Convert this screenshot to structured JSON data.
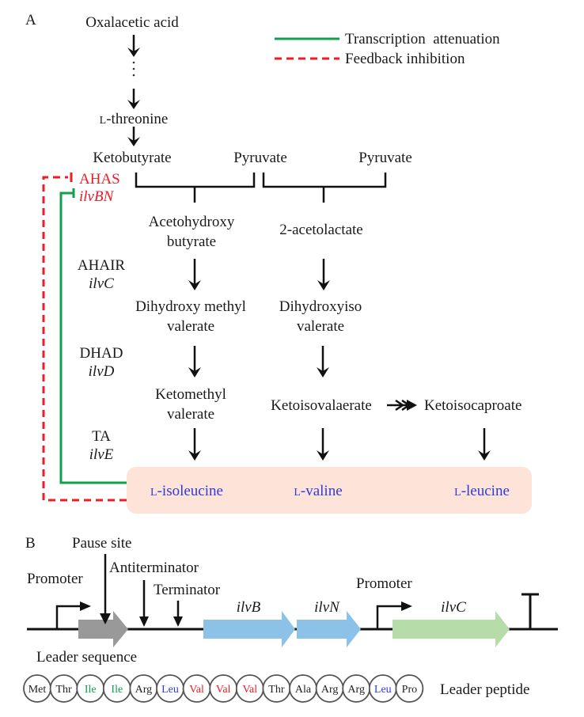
{
  "panel_a": {
    "label": "A",
    "legend": {
      "transcription": "Transcription  attenuation",
      "feedback": "Feedback inhibition",
      "transcription_color": "#10a04c",
      "feedback_color": "#ee1c25"
    },
    "start": "Oxalacetic acid",
    "ellipsis": "⋮",
    "threonine": "L-threonine",
    "ketobutyrate": "Ketobutyrate",
    "pyruvate1": "Pyruvate",
    "pyruvate2": "Pyruvate",
    "enzymes": [
      {
        "name": "AHAS",
        "gene": "ilvBN"
      },
      {
        "name": "AHAIR",
        "gene": "ilvC"
      },
      {
        "name": "DHAD",
        "gene": "ilvD"
      },
      {
        "name": "TA",
        "gene": "ilvE"
      }
    ],
    "ile_path": [
      "Acetohydroxy",
      "butyrate",
      "Dihydroxy methyl",
      "valerate",
      "Ketomethyl",
      "valerate"
    ],
    "val_path": [
      "2-acetolactate",
      "Dihydroxyiso",
      "valerate",
      "Ketoisovalaerate"
    ],
    "leu_path": [
      "Ketoisocaproate"
    ],
    "products": [
      "L-isoleucine",
      "L-valine",
      "L-leucine"
    ],
    "product_box_color": "#fde3d8",
    "product_text_color": "#2e3be0"
  },
  "panel_b": {
    "label": "B",
    "pause_site": "Pause site",
    "antiterminator": "Antiterminator",
    "terminator": "Terminator",
    "promoter1": "Promoter",
    "promoter2": "Promoter",
    "leader_sequence": "Leader sequence",
    "genes": [
      "ilvB",
      "ilvN",
      "ilvC"
    ],
    "gene_colors": {
      "leader": "#999999",
      "ilvB": "#8cc2e8",
      "ilvN": "#8cc2e8",
      "ilvC": "#b5dca9"
    },
    "leader_peptide_label": "Leader peptide",
    "peptide": [
      {
        "aa": "Met",
        "color": "#222222"
      },
      {
        "aa": "Thr",
        "color": "#222222"
      },
      {
        "aa": "Ile",
        "color": "#10a04c"
      },
      {
        "aa": "Ile",
        "color": "#10a04c"
      },
      {
        "aa": "Arg",
        "color": "#222222"
      },
      {
        "aa": "Leu",
        "color": "#2e3be0"
      },
      {
        "aa": "Val",
        "color": "#ee1c25"
      },
      {
        "aa": "Val",
        "color": "#ee1c25"
      },
      {
        "aa": "Val",
        "color": "#ee1c25"
      },
      {
        "aa": "Thr",
        "color": "#222222"
      },
      {
        "aa": "Ala",
        "color": "#222222"
      },
      {
        "aa": "Arg",
        "color": "#222222"
      },
      {
        "aa": "Arg",
        "color": "#222222"
      },
      {
        "aa": "Leu",
        "color": "#2e3be0"
      },
      {
        "aa": "Pro",
        "color": "#222222"
      }
    ]
  }
}
